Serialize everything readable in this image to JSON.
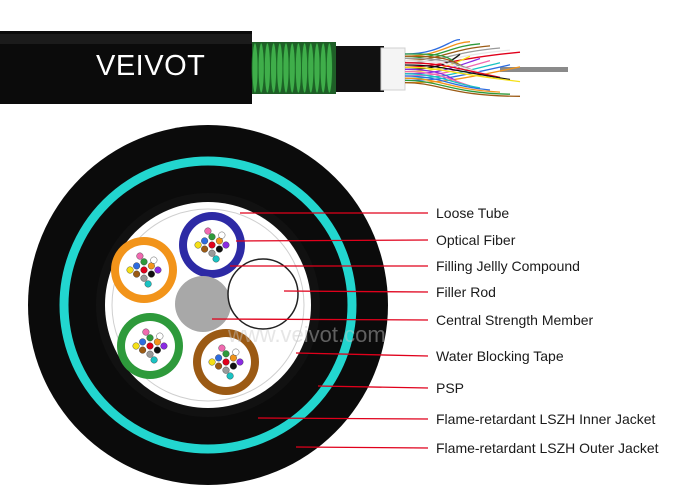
{
  "brand": "VEIVOT",
  "watermark": "www.veivot.com",
  "colors": {
    "jacket": "#0b0b0b",
    "psp_ring": "#22d6cf",
    "leader_line": "#e0001b",
    "armor": "#3fae4a",
    "tube_blue": "#2d2aa5",
    "tube_orange": "#f2941a",
    "tube_green": "#2e9a3b",
    "tube_brown": "#9b5a14",
    "strength_member": "#a8a8a8"
  },
  "labels": [
    "Loose Tube",
    "Optical Fiber",
    "Filling Jellly Compound",
    "Filler Rod",
    "Central Strength Member",
    "Water Blocking Tape",
    "PSP",
    "Flame-retardant LSZH Inner Jacket",
    "Flame-retardant LSZH Outer Jacket"
  ]
}
